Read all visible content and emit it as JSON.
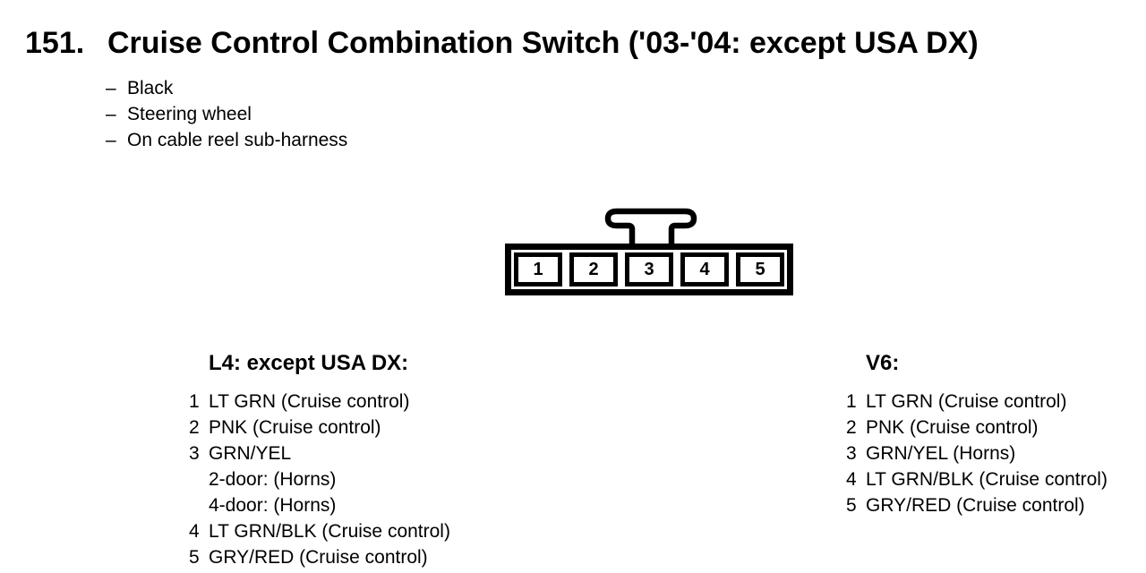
{
  "page": {
    "background": "#ffffff",
    "ink": "#000000"
  },
  "title": {
    "number": "151.",
    "text": "Cruise Control Combination Switch ('03-'04: except USA DX)"
  },
  "notes": {
    "dash": "–",
    "items": [
      "Black",
      "Steering wheel",
      "On cable reel sub-harness"
    ]
  },
  "connector": {
    "pins": [
      "1",
      "2",
      "3",
      "4",
      "5"
    ]
  },
  "columns": {
    "left": {
      "heading": "L4: except USA DX:",
      "items": [
        {
          "pin": "1",
          "lines": [
            "LT GRN (Cruise control)"
          ]
        },
        {
          "pin": "2",
          "lines": [
            "PNK (Cruise control)"
          ]
        },
        {
          "pin": "3",
          "lines": [
            "GRN/YEL",
            "2-door: (Horns)",
            "4-door: (Horns)"
          ]
        },
        {
          "pin": "4",
          "lines": [
            "LT GRN/BLK (Cruise control)"
          ]
        },
        {
          "pin": "5",
          "lines": [
            "GRY/RED (Cruise control)"
          ]
        }
      ]
    },
    "right": {
      "heading": "V6:",
      "items": [
        {
          "pin": "1",
          "lines": [
            "LT GRN (Cruise control)"
          ]
        },
        {
          "pin": "2",
          "lines": [
            "PNK (Cruise control)"
          ]
        },
        {
          "pin": "3",
          "lines": [
            "GRN/YEL (Horns)"
          ]
        },
        {
          "pin": "4",
          "lines": [
            "LT GRN/BLK (Cruise control)"
          ]
        },
        {
          "pin": "5",
          "lines": [
            "GRY/RED (Cruise control)"
          ]
        }
      ]
    }
  }
}
